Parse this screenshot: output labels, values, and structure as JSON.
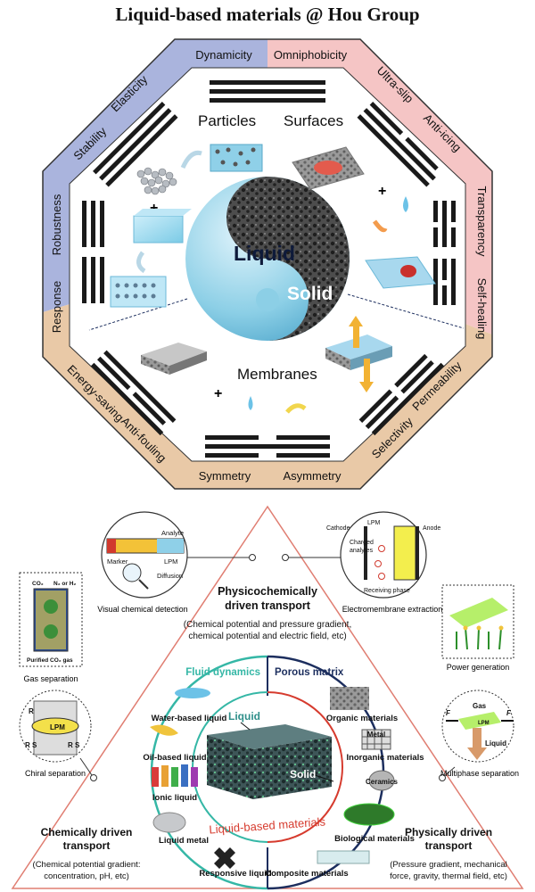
{
  "title": "Liquid-based materials @ Hou Group",
  "octagon": {
    "top": [
      "Dynamicity",
      "Omniphobicity"
    ],
    "right": [
      "Ultra-slip",
      "Anti-icing",
      "Transparency",
      "Self-healing",
      "Permeability",
      "Selectivity"
    ],
    "bottom": [
      "Asymmetry",
      "Symmetry"
    ],
    "left": [
      "Anti-fouling",
      "Energy-saving",
      "Response",
      "Robustness",
      "Stability",
      "Elasticity"
    ],
    "sections": [
      "Particles",
      "Surfaces",
      "Membranes"
    ],
    "center_liquid": "Liquid",
    "center_solid": "Solid",
    "plus": "+",
    "colors": {
      "blue": "#aab4dd",
      "pink": "#f5c5c5",
      "tan": "#e9c9a7",
      "line": "#e07e72"
    }
  },
  "triangle": {
    "physicochemical_title": [
      "Physicochemically",
      "driven transport"
    ],
    "physicochemical_desc": [
      "(Chemical potential and pressure gradient,",
      "chemical potential and electric field, etc)"
    ],
    "chemical_title": [
      "Chemically driven",
      "transport"
    ],
    "chemical_desc": [
      "(Chemical potential gradient:",
      "concentration, pH, etc)"
    ],
    "physical_title": [
      "Physically driven",
      "transport"
    ],
    "physical_desc": [
      "(Pressure gradient, mechanical",
      "force, gravity, thermal field, etc)"
    ],
    "fluid_dynamics": "Fluid dynamics",
    "porous_matrix": "Porous matrix",
    "fluid_items": [
      "Water-based liquid",
      "Oil-based liquid",
      "Ionic liquid",
      "Liquid metal",
      "Responsive liquid"
    ],
    "porous_items": [
      "Organic materials",
      "Inorganic materials",
      "Ceramics",
      "Biological materials",
      "Composite materials"
    ],
    "metal_label": "Metal",
    "core_liquid": "Liquid",
    "core_solid": "Solid",
    "core_title": "Liquid-based materials",
    "colors": {
      "teal": "#35b7a6",
      "navy": "#1c2e5e",
      "red": "#d63b2e"
    }
  },
  "applications": {
    "visual": {
      "caption": "Visual chemical detection",
      "marker": "Marker",
      "analyte": "Analyte",
      "lpm": "LPM",
      "diffusion": "Diffusion"
    },
    "electro": {
      "caption": "Electromembrane extraction",
      "cathode": "Cathode",
      "anode": "Anode",
      "lpm": "LPM",
      "charged": "Charged",
      "analytes": "analytes",
      "receiving": "Receiving phase"
    },
    "gas": {
      "caption": "Gas separation",
      "co2": "CO₂",
      "n2": "N₂ or H₂",
      "purified": "Purified CO₂ gas"
    },
    "power": {
      "caption": "Power generation"
    },
    "chiral": {
      "caption": "Chiral separation",
      "r": "R",
      "rs": "R S",
      "lpm": "LPM"
    },
    "multiphase": {
      "caption": "Multiphase separation",
      "gas": "Gas",
      "lpm": "LPM",
      "liquid": "Liquid",
      "f": "F"
    }
  }
}
